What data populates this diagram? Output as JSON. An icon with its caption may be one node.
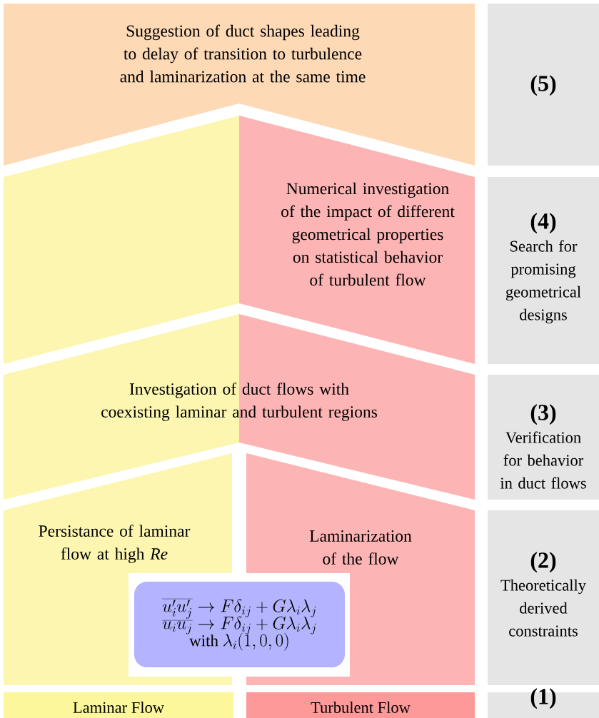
{
  "diagram": {
    "nodes": [
      {
        "text": [
          "Suggestion of duct shapes leading to delay of transition to turbulence and laminarization at the same time"
        ]
      },
      {
        "text": [
          "(5)"
        ]
      },
      {
        "text": [],
        "shape": "box"
      },
      {
        "text": [
          "Numerical investigation of the impact of different geometrical properties on statistical behavior of turbulent flow"
        ]
      },
      {
        "text": [
          "(4)",
          "Search for promising geometrical designs"
        ]
      },
      {
        "text": [
          "Investigation of duct flows with coexisting laminar and turbulent regions"
        ]
      },
      {
        "text": [
          "(3)",
          "Verification for behavior in duct flows"
        ]
      },
      {
        "text": [
          "Persistance of laminar flow at high *Re*"
        ]
      },
      {
        "text": [
          "Laminarization of the flow"
        ]
      },
      {
        "text": [
          "\\overline{u'_i u'_j} \\rightarrow F\\delta_{ij} + G\\lambda_i\\lambda_j",
          "\\overline{u_i u_j} \\rightarrow F\\delta_{ij} + G\\lambda_i\\lambda_j",
          "\\mathrm{with}\\ \\lambda_i(1,0,0)"
        ]
      },
      {
        "text": [
          "(2)",
          "Theoretically derived constraints"
        ]
      },
      {
        "text": [
          "Laminar Flow"
        ]
      },
      {
        "text": [
          "Turbulent Flow"
        ]
      },
      {
        "text": [
          "(1)"
        ]
      }
    ],
    "edges": []
  }
}
